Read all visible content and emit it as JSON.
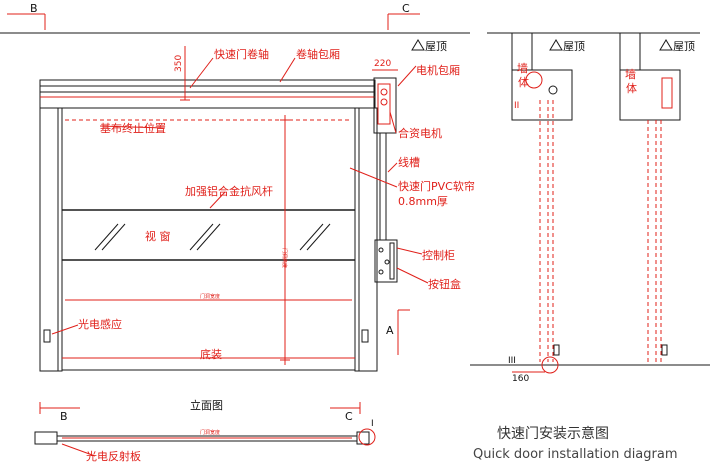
{
  "section_markers": {
    "b": "B",
    "c": "C",
    "a": "A",
    "i": "I",
    "ii": "II",
    "iii": "III"
  },
  "front_view": {
    "fast_door_roller": "快速门卷轴",
    "roller_cover": "卷轴包厢",
    "motor_cover": "电机包厢",
    "curtain_stop_position": "基布终止位置",
    "alloy_motor": "合资电机",
    "track": "线槽",
    "pvc_curtain_line1": "快速门PVC软帘",
    "pvc_curtain_line2": "0.8mm厚",
    "wind_bar": "加强铝合金抗风杆",
    "window": "视 窗",
    "control_box": "控制柜",
    "button_box": "按钮盒",
    "photo_sensor": "光电感应",
    "floor": "底装",
    "width_label": "门洞宽度",
    "height_label": "门洞高度",
    "dim_350": "350",
    "dim_220": "220"
  },
  "plan_view": {
    "title": "立面图",
    "reflector": "光电反射板",
    "width_label": "门洞宽度"
  },
  "side_views": {
    "roof_left": "屋顶",
    "roof_mid": "屋顶",
    "roof_right": "屋顶",
    "wall_1": "墙",
    "wall_2": "体",
    "wall_3": "墙",
    "wall_4": "体",
    "dim_160": "160"
  },
  "caption": {
    "zh": "快速门安装示意图",
    "en": "Quick door installation diagram"
  }
}
